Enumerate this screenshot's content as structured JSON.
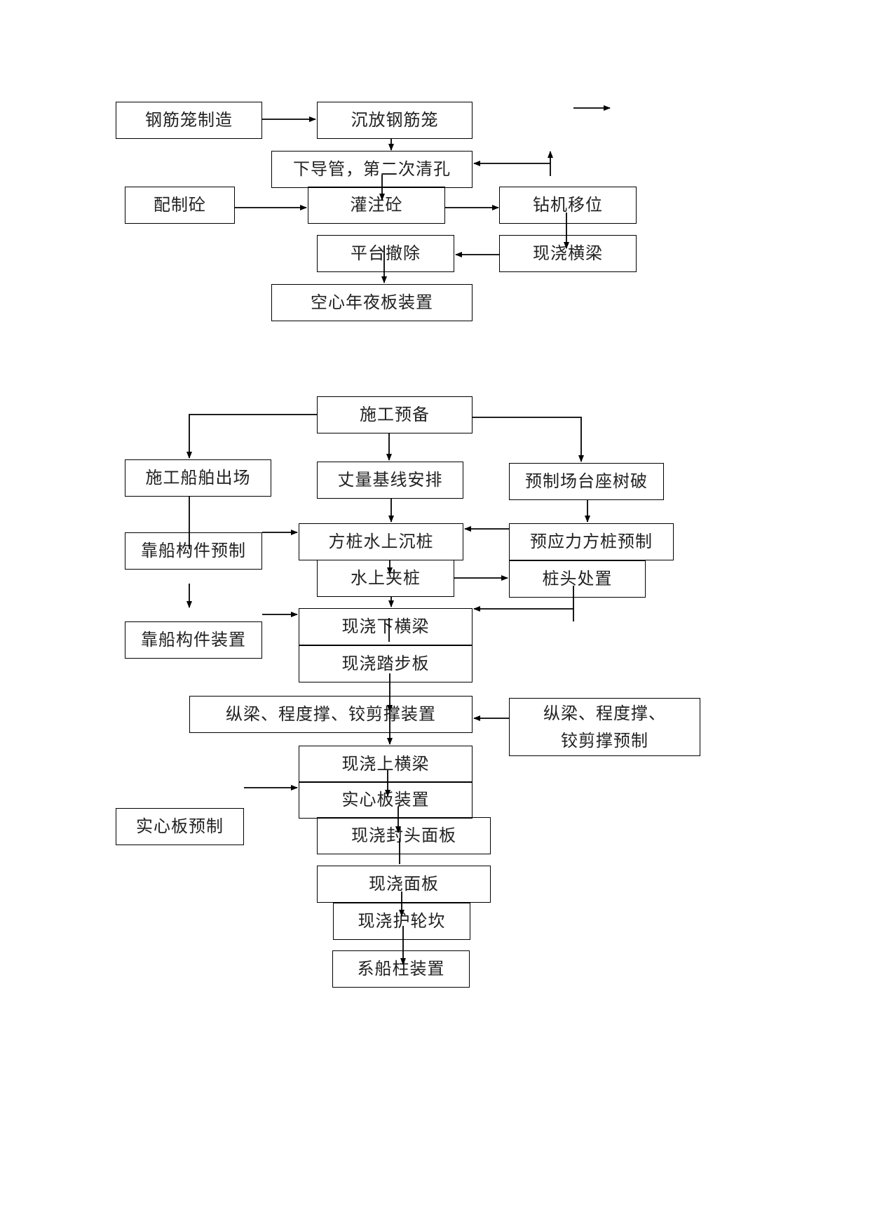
{
  "diagram1": {
    "gangjin_zhizao": "钢筋笼制造",
    "chenfang_gangjin": "沉放钢筋笼",
    "xia_daoguan": "下导管，第二次清孔",
    "peizhi_tong": "配制砼",
    "guanzhu_tong": "灌注砼",
    "zuanji_yiwei": "钻机移位",
    "pingtai_chechu": "平台撤除",
    "xianjiao_hengliang": "现浇横梁",
    "kongxin_ban": "空心年夜板装置"
  },
  "diagram2": {
    "shigong_yubei": "施工预备",
    "shigongchuan_chuchang": "施工船舶出场",
    "zhangliang_jixian": "丈量基线安排",
    "yuzhi_changtai": "预制场台座树破",
    "kaochuan_yuzhi": "靠船构件预制",
    "fangzhuang_chenzhuang": "方桩水上沉桩",
    "yingli_fangzhuang": "预应力方桩预制",
    "shuishang_jiazhuang": "水上夹桩",
    "zhuangtou_chuzhi": "桩头处置",
    "kaochuan_zhuangzhi": "靠船构件装置",
    "xianjiao_xiahengliang": "现浇下横梁",
    "xianjiao_tabuban": "现浇踏步板",
    "zongliang_zhuangzhi": "纵梁、程度撑、铰剪撑装置",
    "zongliang_yuzhi_line1": "纵梁、程度撑、",
    "zongliang_yuzhi_line2": "铰剪撑预制",
    "xianjiao_shanghengliang": "现浇上横梁",
    "shixinban_zhuangzhi": "实心板装置",
    "shixinban_yuzhi": "实心板预制",
    "xianjiao_fengtou": "现浇封头面板",
    "xianjiao_mianban": "现浇面板",
    "xianjiao_hulun": "现浇护轮坎",
    "xichuanzhu_zhuangzhi": "系船柱装置"
  }
}
